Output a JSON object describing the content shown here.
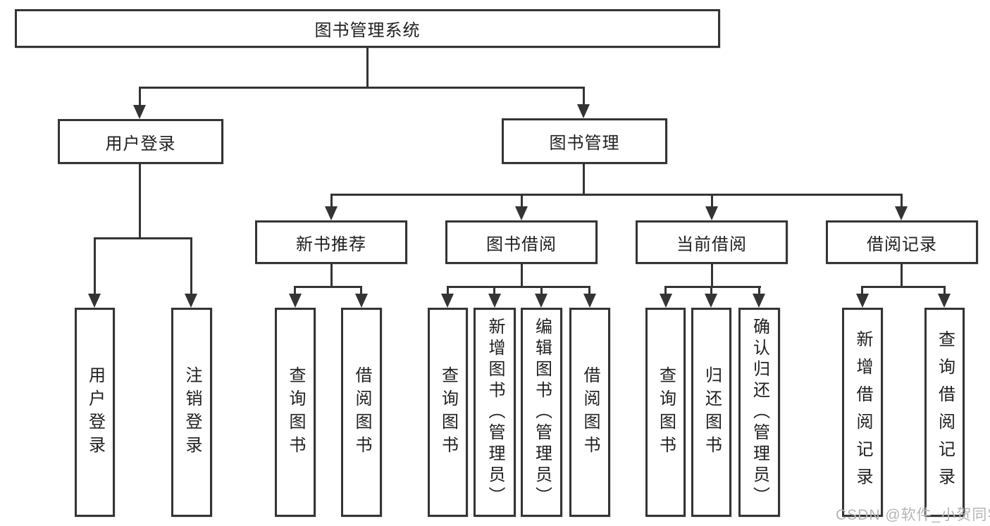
{
  "diagram": {
    "type": "tree",
    "background": "#ffffff",
    "line_color": "#343434",
    "text_color": "#1f1f1f",
    "nodes": {
      "root": {
        "label": "图书管理系统"
      },
      "user_login": {
        "label": "用户登录"
      },
      "book_mgmt": {
        "label": "图书管理"
      },
      "ul_login": {
        "label": "用户登录"
      },
      "ul_logout": {
        "label": "注销登录"
      },
      "new_book_rec": {
        "label": "新书推荐"
      },
      "book_borrow": {
        "label": "图书借阅"
      },
      "current_borrow": {
        "label": "当前借阅"
      },
      "borrow_records": {
        "label": "借阅记录"
      },
      "nbr_query": {
        "label": "查询图书"
      },
      "nbr_borrow": {
        "label": "借阅图书"
      },
      "bb_query": {
        "label": "查询图书"
      },
      "bb_add": {
        "label": "新增图书（管理员）"
      },
      "bb_edit": {
        "label": "编辑图书（管理员）"
      },
      "bb_borrow": {
        "label": "借阅图书"
      },
      "cb_query": {
        "label": "查询图书"
      },
      "cb_return": {
        "label": "归还图书"
      },
      "cb_confirm": {
        "label": "确认归还（管理员）"
      },
      "br_add": {
        "label": "新增借阅记录"
      },
      "br_query": {
        "label": "查询借阅记录"
      }
    },
    "hierarchy": {
      "图书管理系统": {
        "用户登录": [
          "用户登录",
          "注销登录"
        ],
        "图书管理": {
          "新书推荐": [
            "查询图书",
            "借阅图书"
          ],
          "图书借阅": [
            "查询图书",
            "新增图书（管理员）",
            "编辑图书（管理员）",
            "借阅图书"
          ],
          "当前借阅": [
            "查询图书",
            "归还图书",
            "确认归还（管理员）"
          ],
          "借阅记录": [
            "新增借阅记录",
            "查询借阅记录"
          ]
        }
      }
    },
    "watermark": {
      "text": "CSDN @软件_小贺同学",
      "color": "#b5b5b5"
    }
  }
}
